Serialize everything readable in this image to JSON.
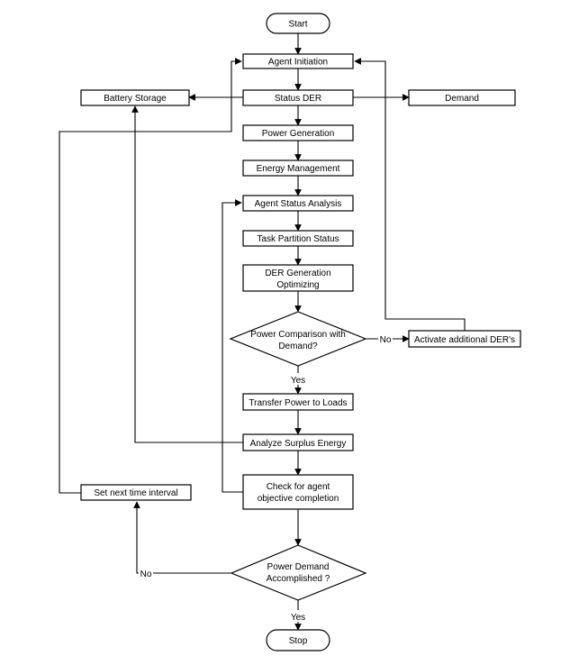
{
  "diagram": {
    "nodes": {
      "start": "Start",
      "agent_initiation": "Agent Initiation",
      "status_der": "Status DER",
      "battery_storage": "Battery Storage",
      "demand": "Demand",
      "power_generation": "Power Generation",
      "energy_management": "Energy Management",
      "agent_status_analysis": "Agent Status Analysis",
      "task_partition_status": "Task Partition Status",
      "der_generation_line1": "DER Generation",
      "der_generation_line2": "Optimizing",
      "power_comparison_line1": "Power Comparison with",
      "power_comparison_line2": "Demand?",
      "activate_additional": "Activate additional DER's",
      "transfer_power": "Transfer Power to Loads",
      "analyze_surplus": "Analyze Surplus Energy",
      "check_agent_line1": "Check for agent",
      "check_agent_line2": "objective completion",
      "set_next_interval": "Set next time interval",
      "power_demand_line1": "Power Demand",
      "power_demand_line2": "Accomplished ?",
      "stop": "Stop"
    },
    "edge_labels": {
      "comparison_no": "No",
      "comparison_yes": "Yes",
      "accomplished_no": "No",
      "accomplished_yes": "Yes"
    }
  }
}
